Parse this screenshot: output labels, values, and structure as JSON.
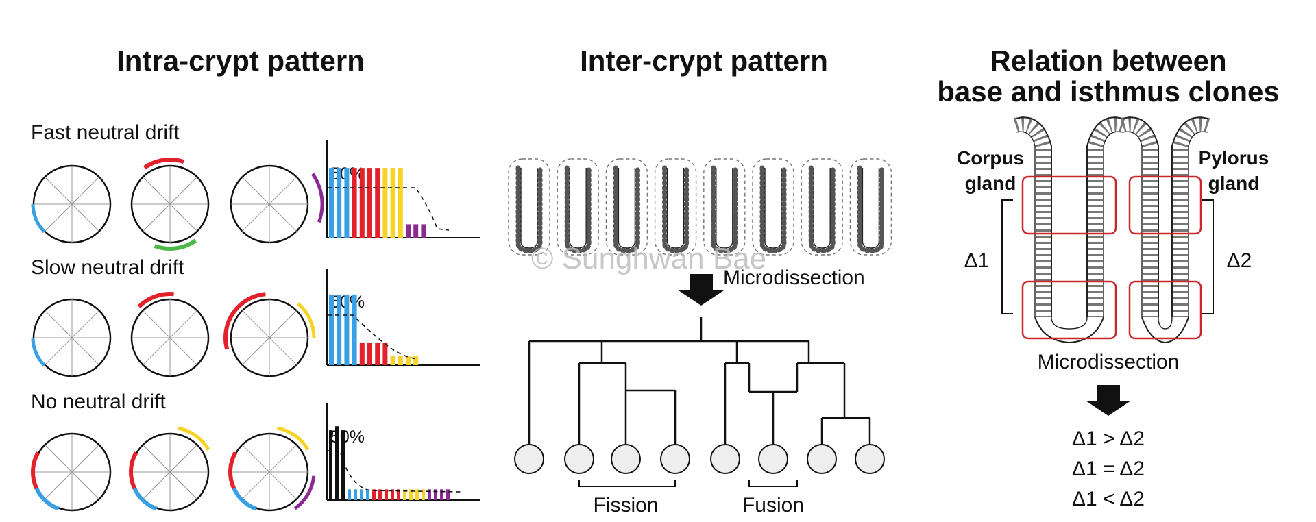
{
  "panels": {
    "intra": {
      "title": "Intra-crypt pattern",
      "rows": [
        {
          "label": "Fast neutral drift",
          "percent_label": "50%"
        },
        {
          "label": "Slow neutral drift",
          "percent_label": "50%"
        },
        {
          "label": "No neutral drift",
          "percent_label": "50%"
        }
      ]
    },
    "inter": {
      "title": "Inter-crypt pattern",
      "microdissection_label": "Microdissection",
      "fission_label": "Fission",
      "fusion_label": "Fusion"
    },
    "relation": {
      "title_line1": "Relation between",
      "title_line2": "base and isthmus clones",
      "corpus_line1": "Corpus",
      "corpus_line2": "gland",
      "pylorus_line1": "Pylorus",
      "pylorus_line2": "gland",
      "delta1_label": "Δ1",
      "delta2_label": "Δ2",
      "microdissection_label": "Microdissection",
      "outcomes": [
        "Δ1 > Δ2",
        "Δ1 = Δ2",
        "Δ1 < Δ2"
      ]
    }
  },
  "watermark": "© Sunghwan Bae",
  "colors": {
    "blue": "#3aa0e6",
    "red": "#e3212a",
    "green": "#4cb848",
    "yellow": "#f5d327",
    "purple": "#8b2a91",
    "black": "#111111",
    "box_red": "#c8282c"
  },
  "icons": {
    "arrow": "down-arrow-icon"
  }
}
